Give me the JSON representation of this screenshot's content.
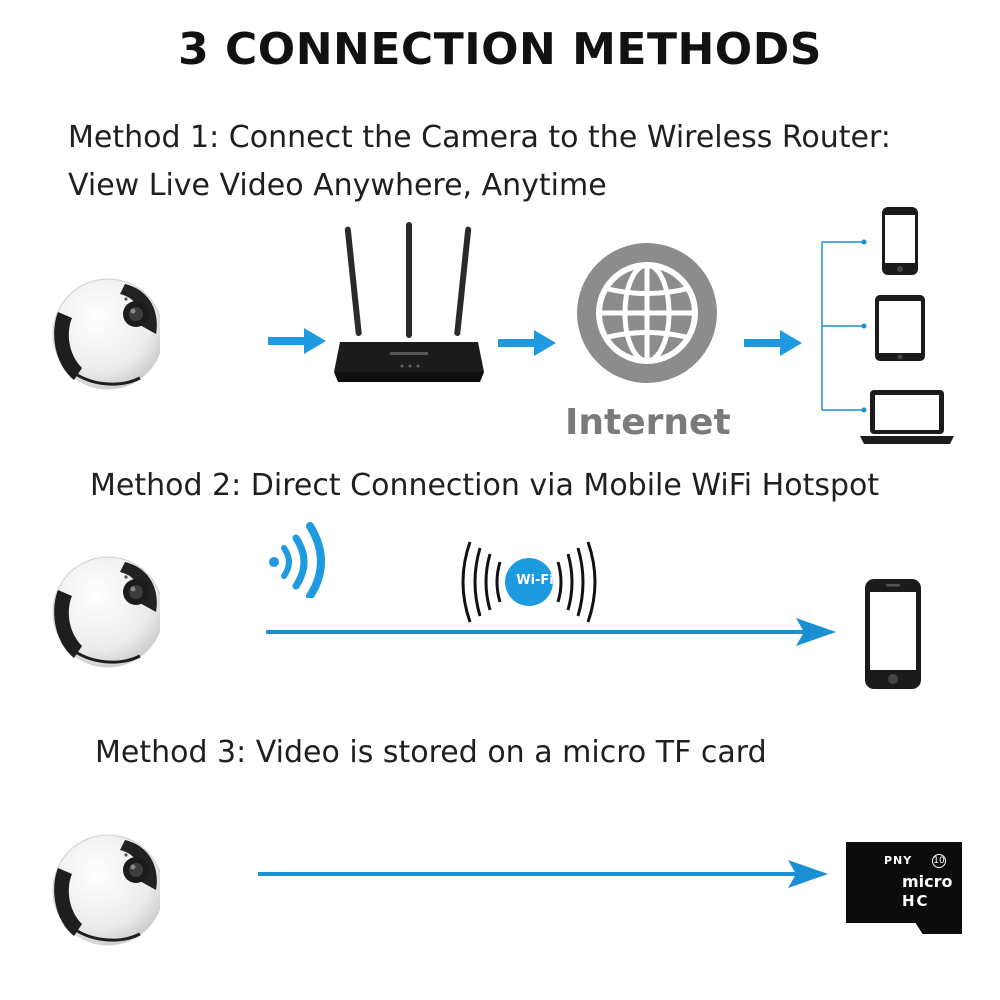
{
  "title": "3 CONNECTION METHODS",
  "method1": {
    "line1": "Method 1: Connect the Camera to the Wireless Router:",
    "line2": "View Live Video Anywhere, Anytime",
    "internet_label": "Internet",
    "devices": [
      "smartphone-icon",
      "tablet-icon",
      "laptop-icon"
    ]
  },
  "method2": {
    "label": "Method 2: Direct Connection via Mobile WiFi Hotspot",
    "wifi_badge": "Wi-Fi",
    "devices": [
      "smartphone-icon"
    ]
  },
  "method3": {
    "label": "Method 3: Video is stored on a micro TF card",
    "card": {
      "brand": "PNY",
      "class": "10",
      "type": "micro",
      "format": "HC"
    }
  },
  "colors": {
    "arrow": "#1e9be0",
    "line": "#1a8fd4",
    "globe": "#8c8c8c",
    "camera_body": "#f2f2f2",
    "camera_dark": "#1e1e1e"
  }
}
